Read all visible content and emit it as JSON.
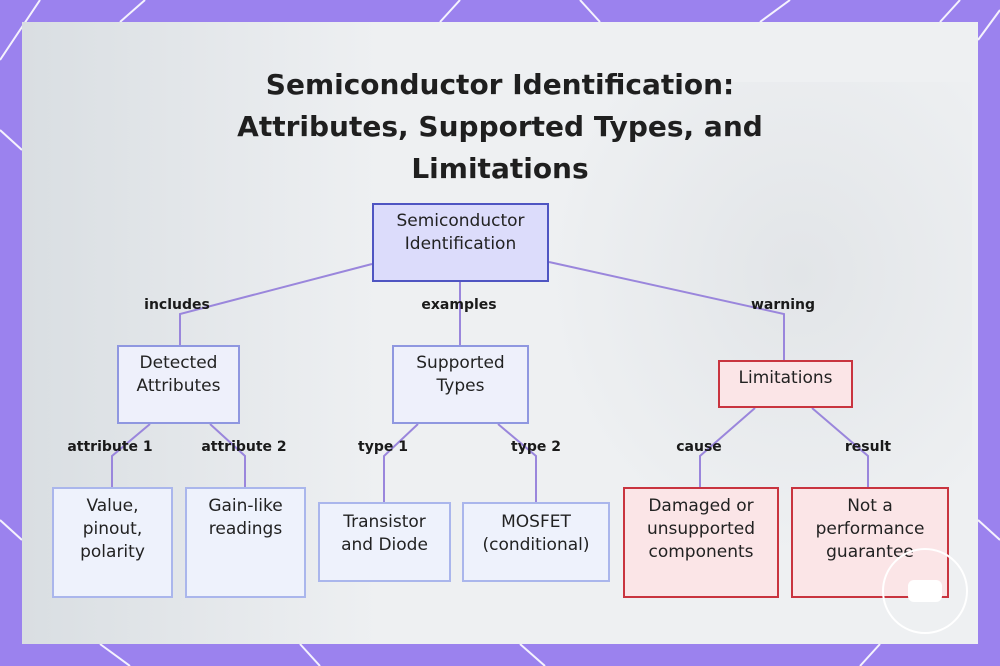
{
  "title": "Semiconductor Identification:\nAttributes, Supported Types, and\nLimitations",
  "nodes": {
    "root": "Semiconductor\nIdentification",
    "detected": "Detected\nAttributes",
    "supported": "Supported\nTypes",
    "limitations": "Limitations",
    "value": "Value,\npinout,\npolarity",
    "gain": "Gain-like\nreadings",
    "transistor": "Transistor\nand Diode",
    "mosfet": "MOSFET\n(conditional)",
    "damaged": "Damaged or\nunsupported\ncomponents",
    "notperf": "Not a\nperformance\nguarantee"
  },
  "edges": {
    "includes": "includes",
    "examples": "examples",
    "warning": "warning",
    "attribute1": "attribute 1",
    "attribute2": "attribute 2",
    "type1": "type 1",
    "type2": "type 2",
    "cause": "cause",
    "result": "result"
  },
  "colors": {
    "frame": "#9b82ee",
    "edge": "#9a86dc",
    "root_border": "#4f55c2",
    "red_border": "#c9343f"
  },
  "watermark_icon": "logo-badge-icon"
}
